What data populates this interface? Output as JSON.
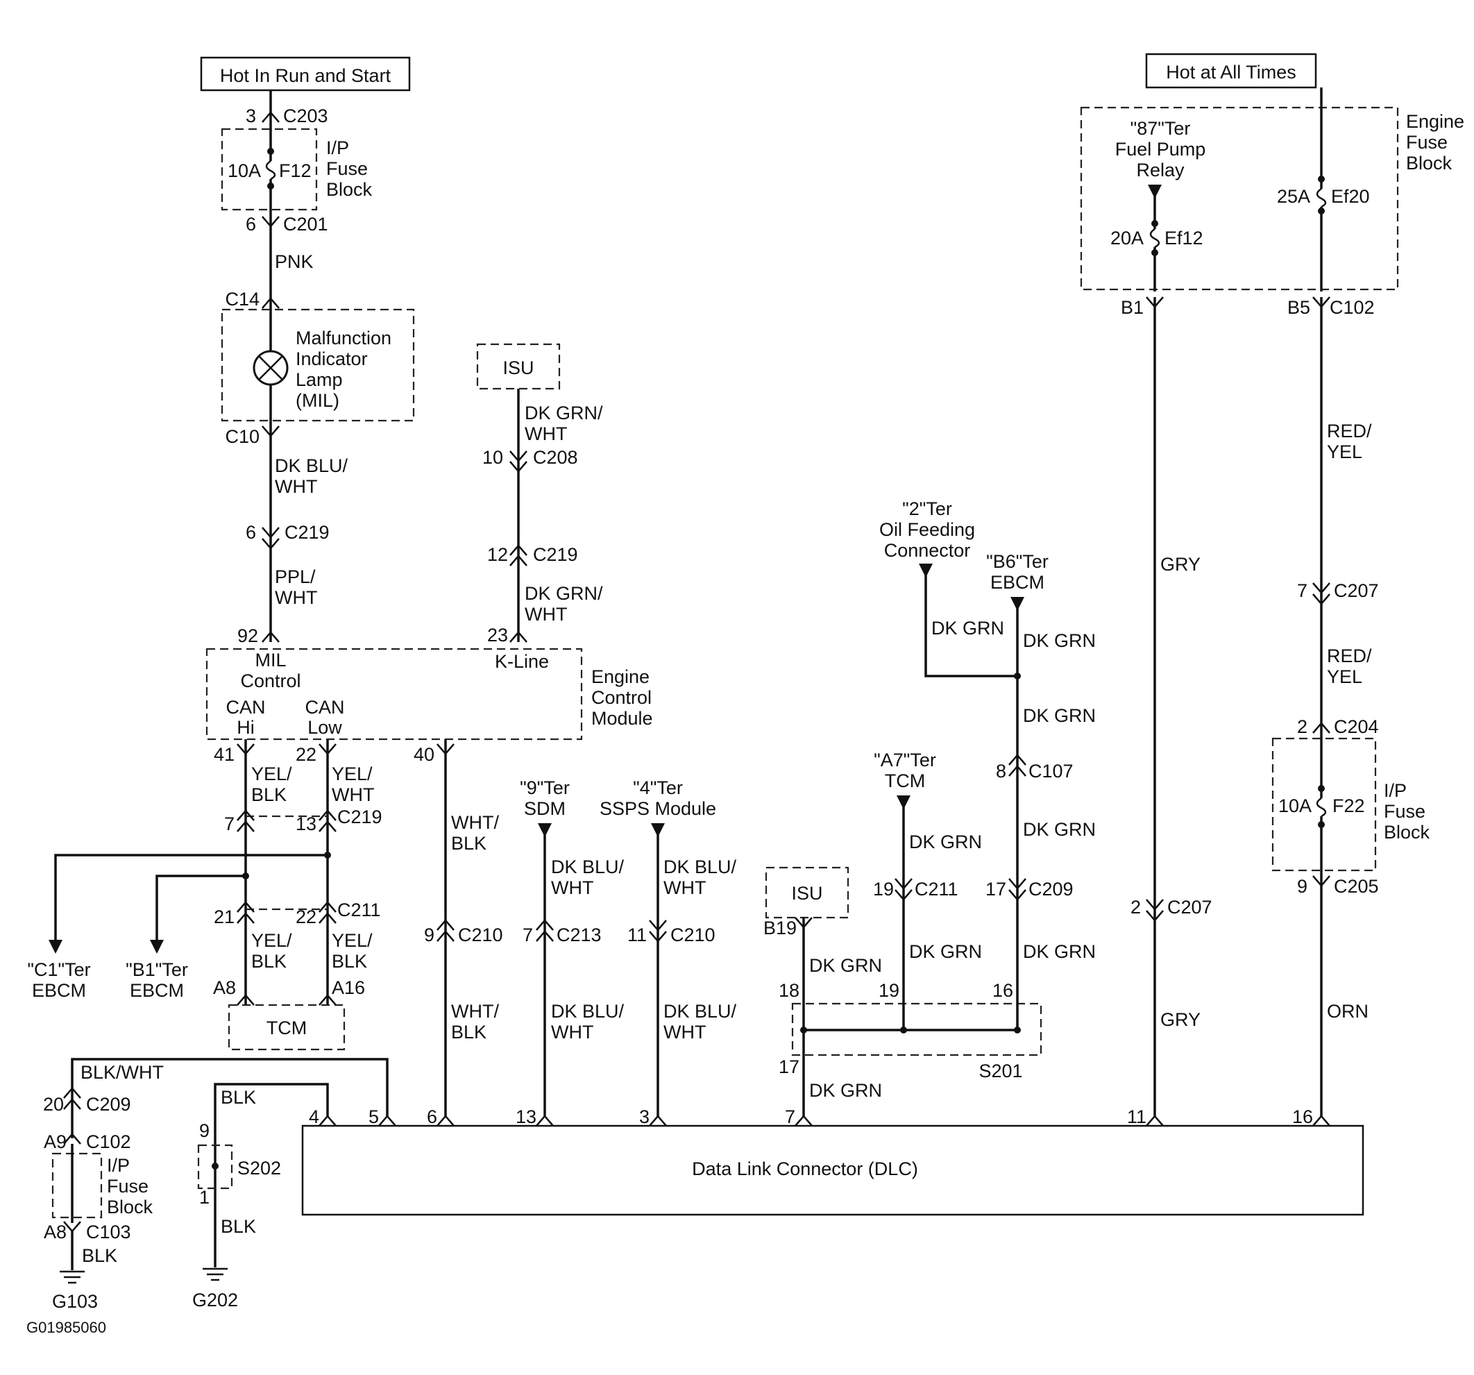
{
  "figure_id": "G01985060",
  "sources": {
    "run_start": "Hot In Run and Start",
    "all_times": "Hot at All Times"
  },
  "blocks": {
    "ip_fuse": [
      "I/P",
      "Fuse",
      "Block"
    ],
    "engine_fuse": [
      "Engine",
      "Fuse",
      "Block"
    ],
    "mil": [
      "Malfunction",
      "Indicator",
      "Lamp",
      "(MIL)"
    ],
    "isu": "ISU",
    "ecm": [
      "Engine",
      "Control",
      "Module"
    ],
    "tcm": "TCM",
    "dlc": "Data Link Connector (DLC)",
    "s201": "S201",
    "s202": "S202"
  },
  "ecm_pins": {
    "mil": [
      "MIL",
      "Control"
    ],
    "kline": "K-Line",
    "can_hi": [
      "CAN",
      "Hi"
    ],
    "can_low": [
      "CAN",
      "Low"
    ]
  },
  "fuses": {
    "f12": {
      "rating": "10A",
      "name": "F12"
    },
    "f22": {
      "rating": "10A",
      "name": "F22"
    },
    "ef12": {
      "rating": "20A",
      "name": "Ef12"
    },
    "ef20": {
      "rating": "25A",
      "name": "Ef20"
    }
  },
  "external": {
    "fuel_pump_relay": [
      "\"87\"Ter",
      "Fuel Pump",
      "Relay"
    ],
    "oil_feeding": [
      "\"2\"Ter",
      "Oil Feeding",
      "Connector"
    ],
    "ebcm_b6": [
      "\"B6\"Ter",
      "EBCM"
    ],
    "tcm_a7": [
      "\"A7\"Ter",
      "TCM"
    ],
    "sdm_9": [
      "\"9\"Ter",
      "SDM"
    ],
    "ssps_4": [
      "\"4\"Ter",
      "SSPS Module"
    ],
    "ebcm_c1": [
      "\"C1\"Ter",
      "EBCM"
    ],
    "ebcm_b1": [
      "\"B1\"Ter",
      "EBCM"
    ]
  },
  "wires": {
    "pnk": "PNK",
    "dk_blu_wht": [
      "DK BLU/",
      "WHT"
    ],
    "ppl_wht": [
      "PPL/",
      "WHT"
    ],
    "dk_grn_wht": [
      "DK GRN/",
      "WHT"
    ],
    "yel_blk": [
      "YEL/",
      "BLK"
    ],
    "yel_wht": [
      "YEL/",
      "WHT"
    ],
    "wht_blk": [
      "WHT/",
      "BLK"
    ],
    "dk_grn": "DK GRN",
    "gry": "GRY",
    "red_yel": [
      "RED/",
      "YEL"
    ],
    "orn": "ORN",
    "blk_wht": "BLK/WHT",
    "blk": "BLK"
  },
  "connectors": {
    "c203": "C203",
    "c201": "C201",
    "c14": "C14",
    "c10": "C10",
    "c219": "C219",
    "c208": "C208",
    "c211": "C211",
    "c210": "C210",
    "c213": "C213",
    "c209": "C209",
    "c102": "C102",
    "c103": "C103",
    "c107": "C107",
    "c207": "C207",
    "c204": "C204",
    "c205": "C205"
  },
  "pins": {
    "p3": "3",
    "p6": "6",
    "p10": "10",
    "p12": "12",
    "p92": "92",
    "p23": "23",
    "p41": "41",
    "p22": "22",
    "p40": "40",
    "p7": "7",
    "p13": "13",
    "p21": "21",
    "p9": "9",
    "p11": "11",
    "p20": "20",
    "p4": "4",
    "p5": "5",
    "p1": "1",
    "p2": "2",
    "p8": "8",
    "p17": "17",
    "p19": "19",
    "p18": "18",
    "p16": "16",
    "pA8": "A8",
    "pA16": "A16",
    "pA9": "A9",
    "pB19": "B19",
    "pB1": "B1",
    "pB5": "B5"
  },
  "grounds": {
    "g103": "G103",
    "g202": "G202"
  }
}
